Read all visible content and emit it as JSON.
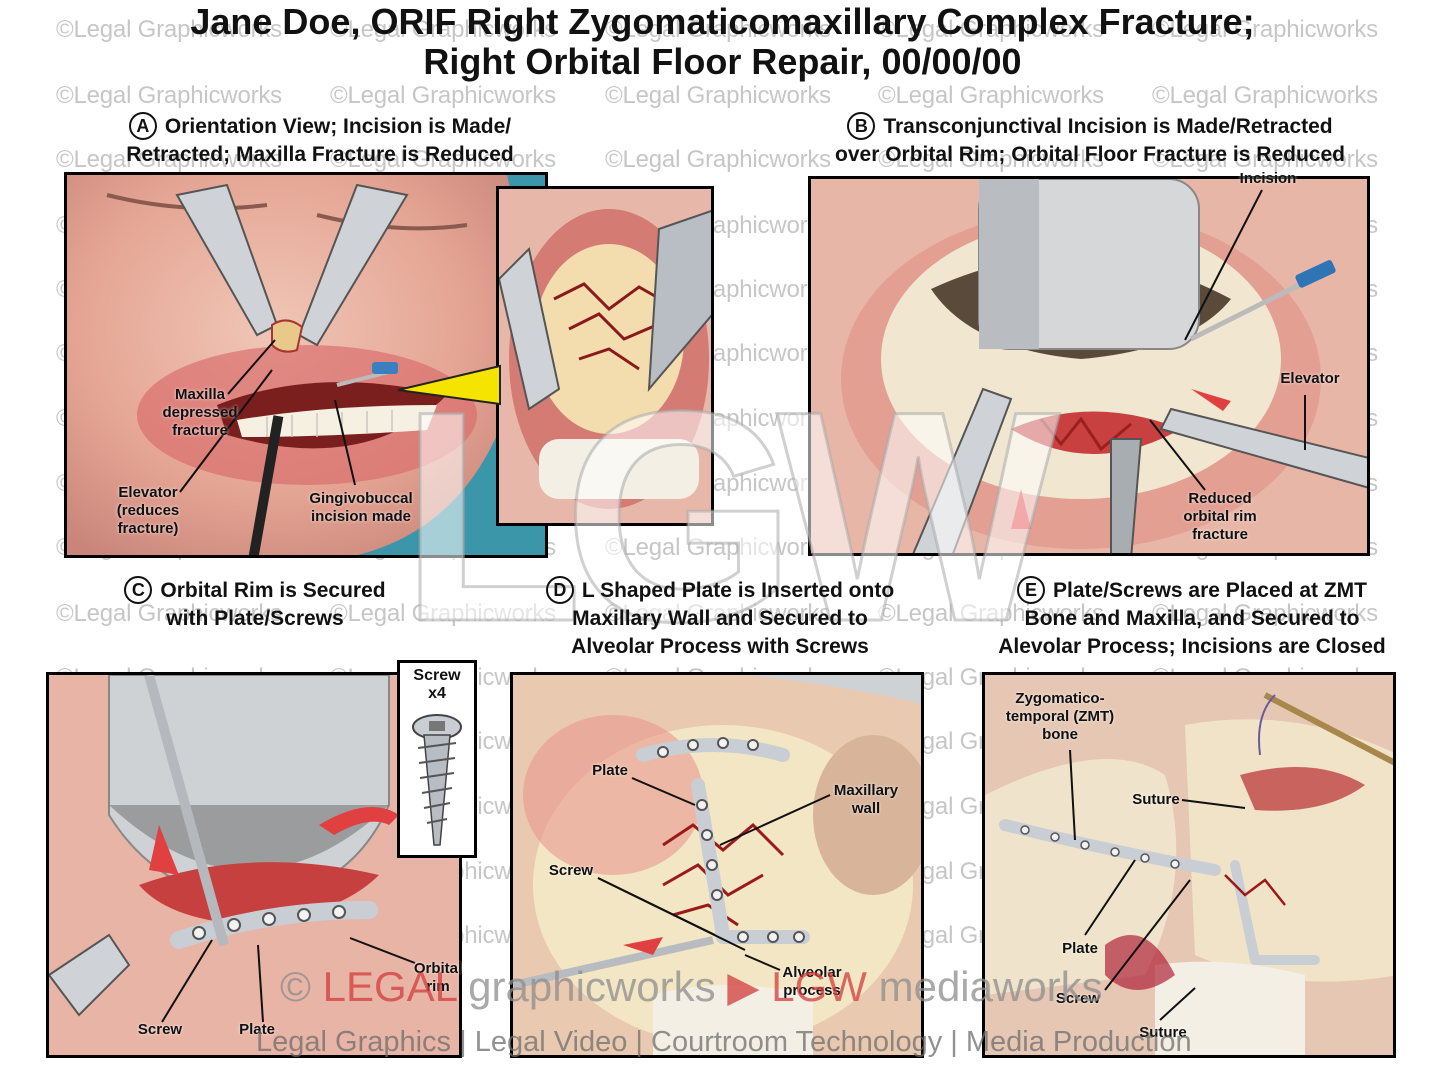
{
  "title_lines": {
    "line1": "Jane Doe, ORIF Right Zygomaticomaxillary Complex Fracture;",
    "line2": "Right Orbital Floor Repair, 00/00/00"
  },
  "watermark": "©Legal Graphicworks",
  "panels": {
    "A": {
      "letter": "A",
      "caption1": "Orientation View; Incision is Made/",
      "caption2": "Retracted; Maxilla Fracture is Reduced",
      "labels": {
        "maxilla": "Maxilla\ndepressed\nfracture",
        "elevator": "Elevator\n(reduces\nfracture)",
        "incision": "Gingivobuccal\nincision made"
      }
    },
    "B": {
      "letter": "B",
      "caption1": "Transconjunctival Incision is Made/Retracted",
      "caption2": "over Orbital Rim; Orbital Floor Fracture is Reduced",
      "labels": {
        "incision": "Incision",
        "elevator": "Elevator",
        "reduced": "Reduced\norbital rim\nfracture"
      }
    },
    "C": {
      "letter": "C",
      "caption1": "Orbital Rim is Secured",
      "caption2": "with Plate/Screws",
      "labels": {
        "orbital_rim": "Orbital\nrim",
        "screw": "Screw",
        "plate": "Plate"
      },
      "screw_box": "Screw\nx4"
    },
    "D": {
      "letter": "D",
      "caption1": "L Shaped Plate is Inserted onto",
      "caption2": "Maxillary Wall and Secured to",
      "caption3": "Alveolar Process with Screws",
      "labels": {
        "plate": "Plate",
        "maxillary_wall": "Maxillary\nwall",
        "screw": "Screw",
        "alveolar": "Alveolar\nprocess"
      }
    },
    "E": {
      "letter": "E",
      "caption1": "Plate/Screws are Placed at ZMT",
      "caption2": "Bone and Maxilla, and Secured to",
      "caption3": "Alevolar Process; Incisions are Closed",
      "labels": {
        "zmt": "Zygomatico-\ntemporal (ZMT)\nbone",
        "suture_top": "Suture",
        "plate": "Plate",
        "screw": "Screw",
        "suture_bottom": "Suture"
      }
    }
  },
  "big_logo": "LGW",
  "brand": {
    "legal": "LEGAL",
    "graphicworks": "graphicworks",
    "lgw": "LGW",
    "mediaworks": "mediaworks"
  },
  "tagline": "Legal Graphics | Legal Video | Courtroom Technology | Media Production",
  "colors": {
    "tissue": "#e7a79a",
    "incision_red": "#b0302a",
    "bone": "#efe3c8",
    "metal": "#c7ccd2",
    "pointer_yellow": "#f4e400",
    "arrow_red": "#e04040"
  }
}
